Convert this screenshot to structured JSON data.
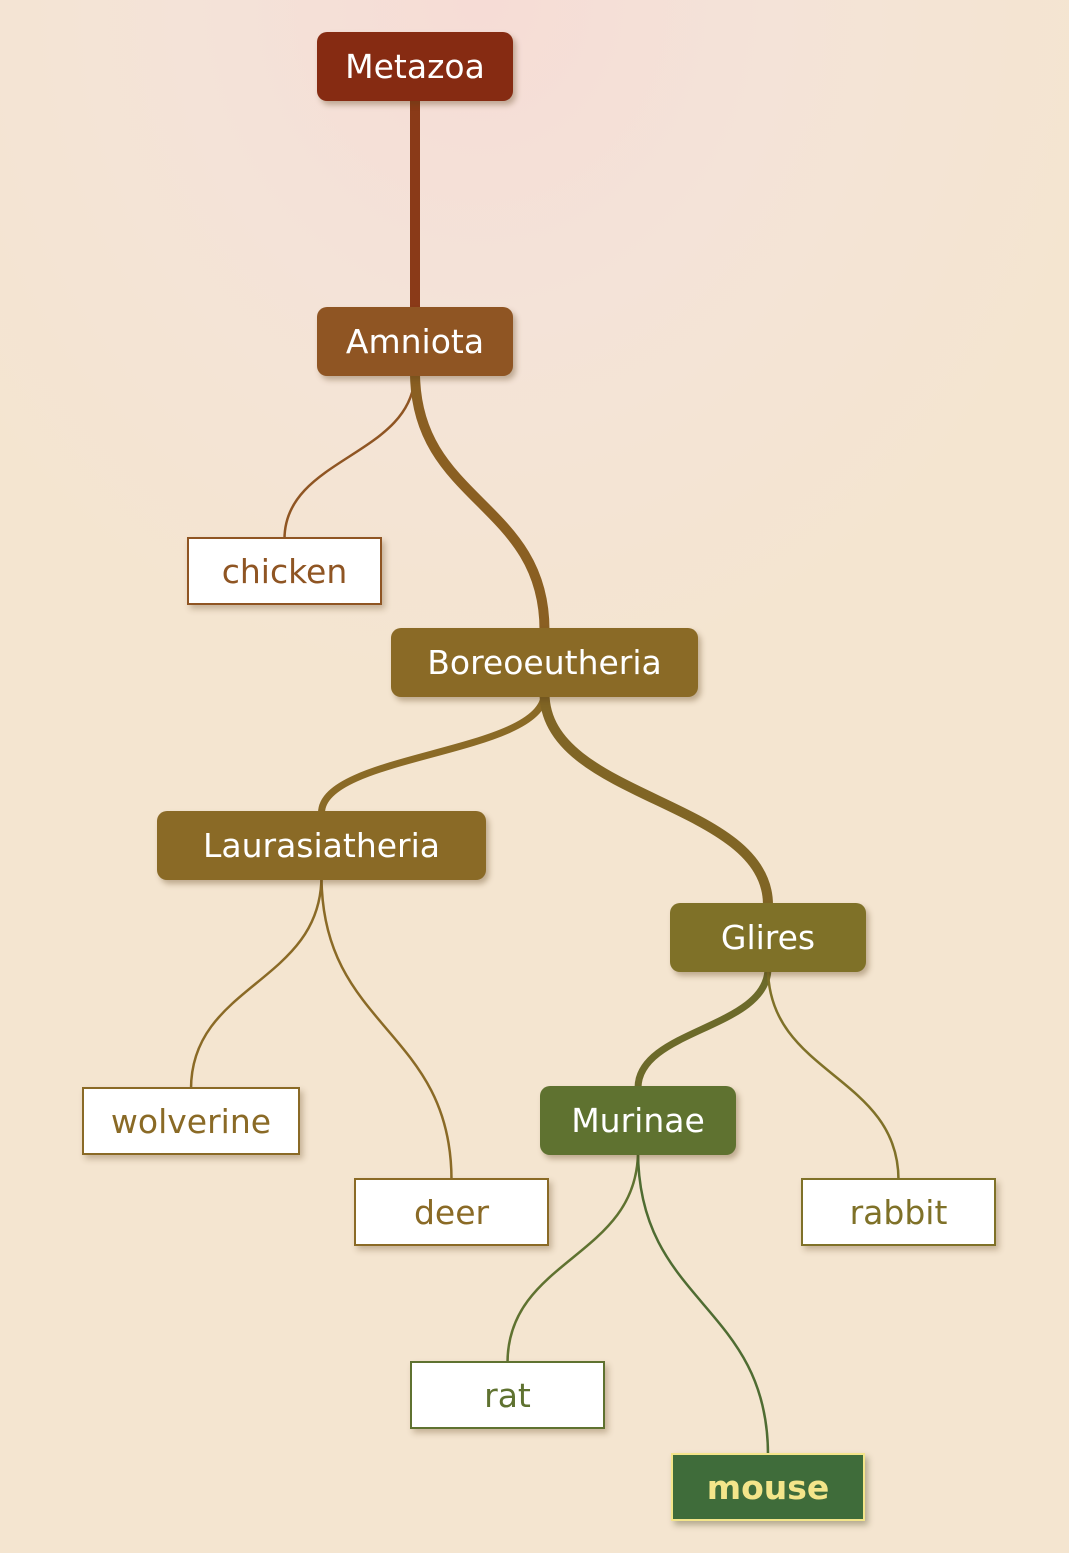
{
  "tree": {
    "nodes": [
      {
        "id": "metazoa",
        "label": "Metazoa",
        "kind": "internal",
        "color": "#862b12"
      },
      {
        "id": "amniota",
        "label": "Amniota",
        "kind": "internal",
        "color": "#8f5523"
      },
      {
        "id": "chicken",
        "label": "chicken",
        "kind": "leaf",
        "color": "#8f5523"
      },
      {
        "id": "boreoeutheria",
        "label": "Boreoeutheria",
        "kind": "internal",
        "color": "#8a6a26"
      },
      {
        "id": "laurasiatheria",
        "label": "Laurasiatheria",
        "kind": "internal",
        "color": "#8a6a26"
      },
      {
        "id": "wolverine",
        "label": "wolverine",
        "kind": "leaf",
        "color": "#8a6a26"
      },
      {
        "id": "deer",
        "label": "deer",
        "kind": "leaf",
        "color": "#8a6a26"
      },
      {
        "id": "glires",
        "label": "Glires",
        "kind": "internal",
        "color": "#7f7128"
      },
      {
        "id": "murinae",
        "label": "Murinae",
        "kind": "internal",
        "color": "#5f7230"
      },
      {
        "id": "rabbit",
        "label": "rabbit",
        "kind": "leaf",
        "color": "#7f7128"
      },
      {
        "id": "rat",
        "label": "rat",
        "kind": "leaf",
        "color": "#5f7230"
      },
      {
        "id": "mouse",
        "label": "mouse",
        "kind": "highlight",
        "color": "#3f6c3a"
      }
    ],
    "edges": [
      {
        "from": "metazoa",
        "to": "amniota",
        "color": "#8a3a18",
        "weight": "thick"
      },
      {
        "from": "amniota",
        "to": "chicken",
        "color": "#8f5523",
        "weight": "thin"
      },
      {
        "from": "amniota",
        "to": "boreoeutheria",
        "color": "#8a5f22",
        "weight": "thick"
      },
      {
        "from": "boreoeutheria",
        "to": "laurasiatheria",
        "color": "#8a6a26",
        "weight": "medium"
      },
      {
        "from": "boreoeutheria",
        "to": "glires",
        "color": "#806525",
        "weight": "thick"
      },
      {
        "from": "laurasiatheria",
        "to": "wolverine",
        "color": "#8a6a26",
        "weight": "thin"
      },
      {
        "from": "laurasiatheria",
        "to": "deer",
        "color": "#8a6a26",
        "weight": "thin"
      },
      {
        "from": "glires",
        "to": "murinae",
        "color": "#6c6a2a",
        "weight": "medium"
      },
      {
        "from": "glires",
        "to": "rabbit",
        "color": "#7f7128",
        "weight": "thin"
      },
      {
        "from": "murinae",
        "to": "rat",
        "color": "#5f7230",
        "weight": "thin"
      },
      {
        "from": "murinae",
        "to": "mouse",
        "color": "#4f6c32",
        "weight": "thin"
      }
    ]
  }
}
